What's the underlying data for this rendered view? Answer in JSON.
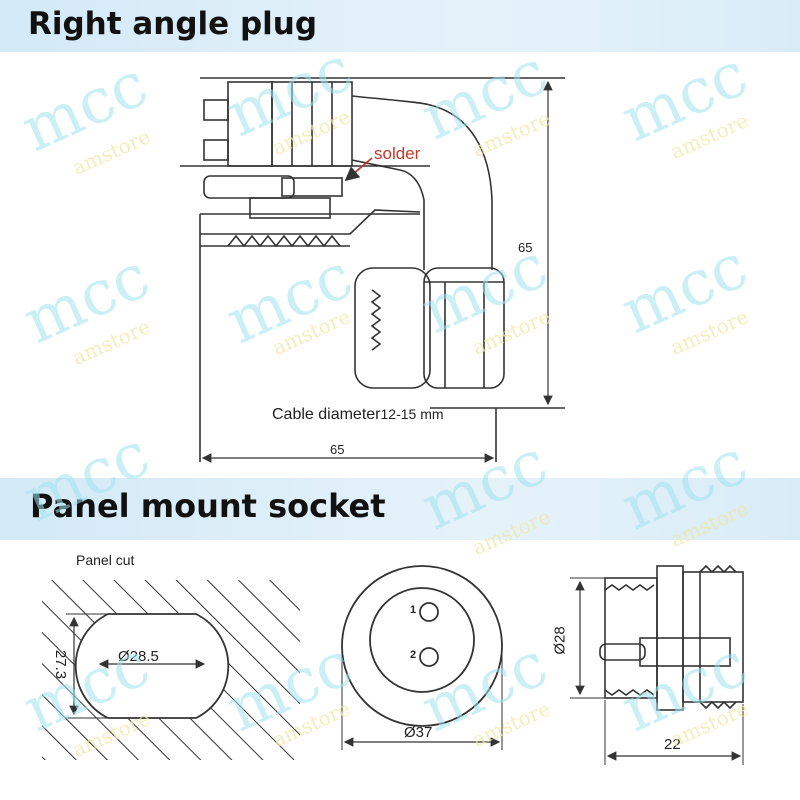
{
  "sections": {
    "top_title": "Right angle plug",
    "bottom_title": "Panel mount socket"
  },
  "plug": {
    "solder_label": "solder",
    "cable_label": "Cable diameter",
    "cable_range": "12-15 mm",
    "height_dim": "65",
    "width_dim": "65"
  },
  "socket": {
    "panel_cut_label": "Panel cut",
    "cut_diameter": "Ø28.5",
    "cut_flat": "27.3",
    "face_diameter": "Ø37",
    "pin_1": "1",
    "pin_2": "2",
    "body_diameter": "Ø28",
    "body_length": "22"
  },
  "watermark": {
    "brand": "mcc",
    "store": "amstore"
  },
  "colors": {
    "header_band": "#d8ecf8",
    "line": "#333333",
    "solder": "#c0392b",
    "watermark_big": "#9fe3ee",
    "watermark_small": "#f2e7a4"
  }
}
